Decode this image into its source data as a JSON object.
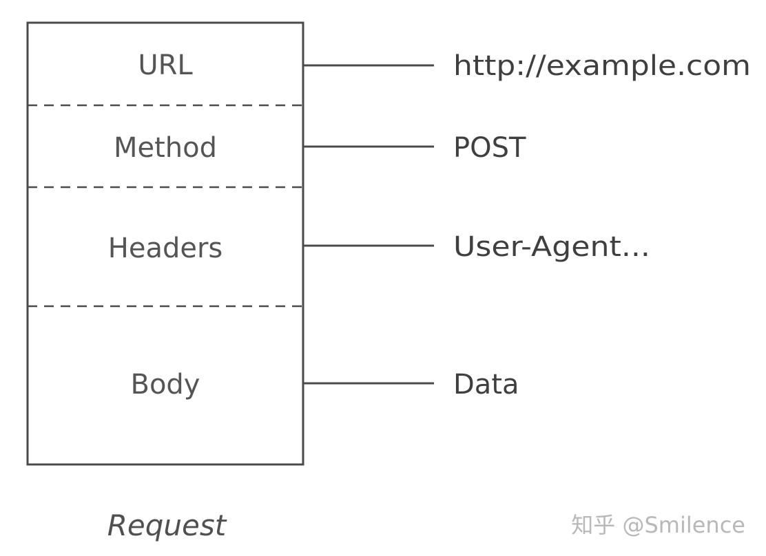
{
  "diagram": {
    "fields": [
      {
        "label": "URL",
        "value": "http://example.com"
      },
      {
        "label": "Method",
        "value": "POST"
      },
      {
        "label": "Headers",
        "value": "User-Agent..."
      },
      {
        "label": "Body",
        "value": "Data"
      }
    ],
    "caption": "Request"
  },
  "watermark": "知乎 @Smilence",
  "colors": {
    "line": "#4a4a4a",
    "text": "#555555",
    "watermark": "#b8b8b8"
  }
}
